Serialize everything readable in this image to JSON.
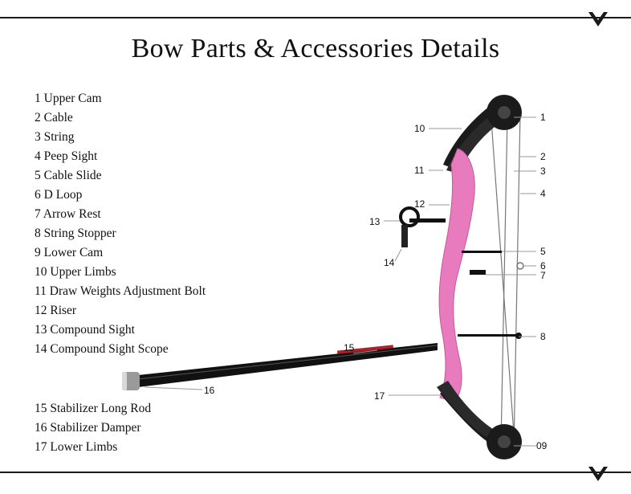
{
  "title": "Bow Parts & Accessories Details",
  "parts": [
    "1 Upper Cam",
    "2 Cable",
    "3 String",
    "4 Peep Sight",
    "5 Cable Slide",
    "6 D Loop",
    "7 Arrow Rest",
    "8 String Stopper",
    "9 Lower Cam",
    "10 Upper Limbs",
    "11 Draw Weights Adjustment Bolt",
    "12 Riser",
    "13 Compound Sight",
    "14 Compound Sight Scope",
    "15 Stabilizer Long Rod",
    "16 Stabilizer Damper",
    "17 Lower Limbs"
  ],
  "callouts": {
    "c1": "1",
    "c2": "2",
    "c3": "3",
    "c4": "4",
    "c5": "5",
    "c6": "6",
    "c7": "7",
    "c8": "8",
    "c9": "09",
    "c10": "10",
    "c11": "11",
    "c12": "12",
    "c13": "13",
    "c14": "14",
    "c15": "15",
    "c16": "16",
    "c17": "17"
  },
  "colors": {
    "riser": "#e77bbd",
    "limbs": "#1b1b1b",
    "rule": "#1a1a1a"
  }
}
